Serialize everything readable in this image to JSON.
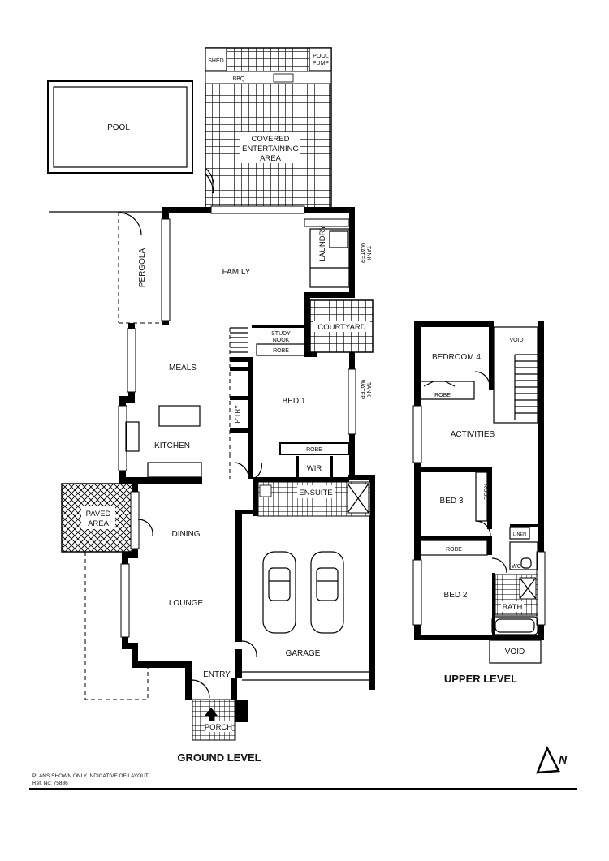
{
  "plan": {
    "ground_level": {
      "heading": "GROUND LEVEL",
      "rooms": {
        "pool": "POOL",
        "shed": "SHED",
        "pool_pump_1": "POOL",
        "pool_pump_2": "PUMP",
        "bbq": "BBQ",
        "covered_1": "COVERED",
        "covered_2": "ENTERTAINING",
        "covered_3": "AREA",
        "pergola": "PERGOLA",
        "family": "FAMILY",
        "laundry": "LAUNDRY",
        "water_tank_top_1": "WATER",
        "water_tank_top_2": "TANK",
        "courtyard": "COURTYARD",
        "study_nook_1": "STUDY",
        "study_nook_2": "NOOK",
        "robe_bed1": "ROBE",
        "meals": "MEALS",
        "bed1": "BED 1",
        "water_tank_side_1": "WATER",
        "water_tank_side_2": "TANK",
        "ptry": "P'TRY",
        "kitchen": "KITCHEN",
        "robe_lower": "ROBE",
        "wir": "WIR",
        "ensuite": "ENSUITE",
        "paved_1": "PAVED",
        "paved_2": "AREA",
        "dining": "DINING",
        "lounge": "LOUNGE",
        "garage": "GARAGE",
        "entry": "ENTRY",
        "porch": "PORCH"
      }
    },
    "upper_level": {
      "heading": "UPPER LEVEL",
      "rooms": {
        "void_top": "VOID",
        "bedroom4": "BEDROOM 4",
        "robe_b4": "ROBE",
        "activities": "ACTIVITIES",
        "bed3": "BED  3",
        "robe_b3": "ROBE",
        "linen": "LINEN",
        "robe_b2": "ROBE",
        "wc": "WC",
        "bed2": "BED 2",
        "bath": "BATH",
        "void_bottom": "VOID"
      }
    },
    "disclaimer": "PLANS SHOWN ONLY INDICATIVE OF LAYOUT.",
    "ref_no": "Ref. No: 75886",
    "north_arrow_label": "N"
  }
}
